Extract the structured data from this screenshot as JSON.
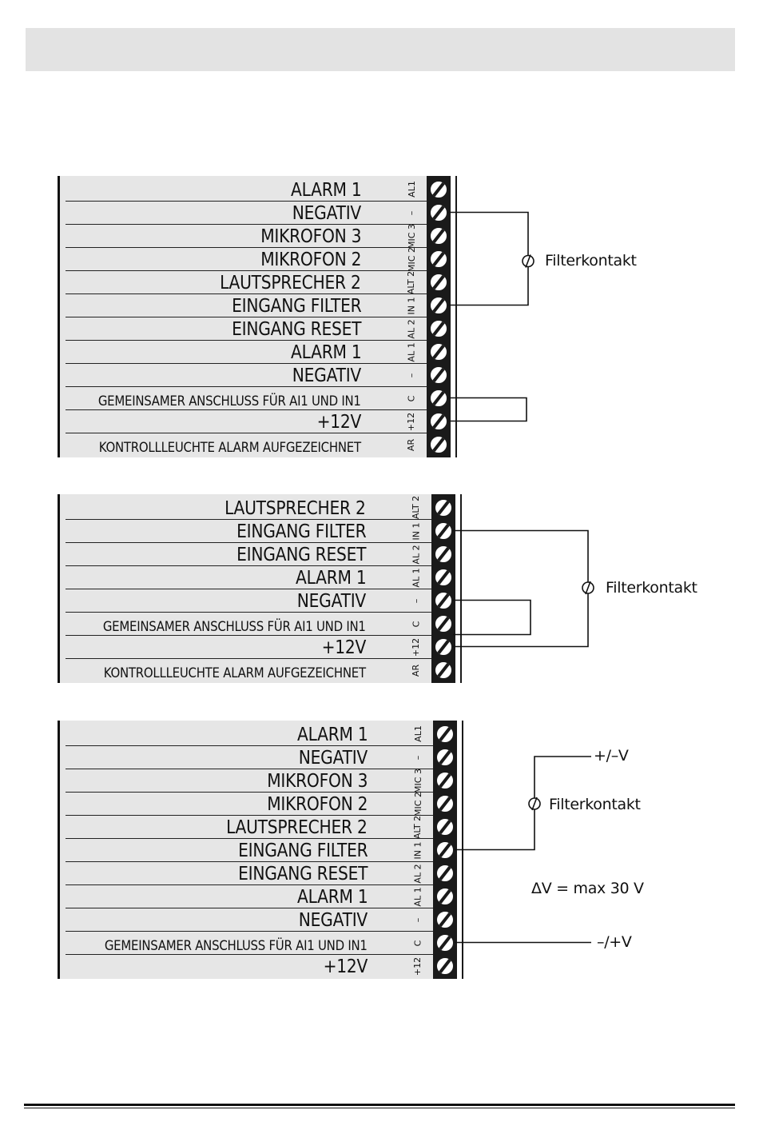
{
  "diagram1": {
    "rows": [
      {
        "label": "ALARM 1",
        "code": "AL1",
        "size": "big"
      },
      {
        "label": "NEGATIV",
        "code": "–",
        "size": "big"
      },
      {
        "label": "MIKROFON 3",
        "code": "MIC 3",
        "size": "big"
      },
      {
        "label": "MIKROFON 2",
        "code": "MIC 2",
        "size": "big"
      },
      {
        "label": "LAUTSPRECHER 2",
        "code": "ALT 2",
        "size": "big"
      },
      {
        "label": "EINGANG FILTER",
        "code": "IN 1",
        "size": "big"
      },
      {
        "label": "EINGANG RESET",
        "code": "AL 2",
        "size": "big"
      },
      {
        "label": "ALARM 1",
        "code": "AL 1",
        "size": "big"
      },
      {
        "label": "NEGATIV",
        "code": "–",
        "size": "big"
      },
      {
        "label": "GEMEINSAMER ANSCHLUSS FÜR AI1 UND IN1",
        "code": "C",
        "size": "small"
      },
      {
        "label": "+12V",
        "code": "+12",
        "size": "big"
      },
      {
        "label": "KONTROLLLEUCHTE ALARM AUFGEZEICHNET",
        "code": "AR",
        "size": "small"
      }
    ],
    "filter_label": "Filterkontakt"
  },
  "diagram2": {
    "rows": [
      {
        "label": "LAUTSPRECHER 2",
        "code": "ALT 2",
        "size": "big"
      },
      {
        "label": "EINGANG FILTER",
        "code": "IN 1",
        "size": "big"
      },
      {
        "label": "EINGANG RESET",
        "code": "AL 2",
        "size": "big"
      },
      {
        "label": "ALARM 1",
        "code": "AL 1",
        "size": "big"
      },
      {
        "label": "NEGATIV",
        "code": "–",
        "size": "big"
      },
      {
        "label": "GEMEINSAMER ANSCHLUSS FÜR AI1 UND IN1",
        "code": "C",
        "size": "small"
      },
      {
        "label": "+12V",
        "code": "+12",
        "size": "big"
      },
      {
        "label": "KONTROLLLEUCHTE ALARM AUFGEZEICHNET",
        "code": "AR",
        "size": "small"
      }
    ],
    "filter_label": "Filterkontakt"
  },
  "diagram3": {
    "rows": [
      {
        "label": "ALARM 1",
        "code": "AL1",
        "size": "big"
      },
      {
        "label": "NEGATIV",
        "code": "–",
        "size": "big"
      },
      {
        "label": "MIKROFON 3",
        "code": "MIC 3",
        "size": "big"
      },
      {
        "label": "MIKROFON 2",
        "code": "MIC 2",
        "size": "big"
      },
      {
        "label": "LAUTSPRECHER 2",
        "code": "ALT 2",
        "size": "big"
      },
      {
        "label": "EINGANG FILTER",
        "code": "IN 1",
        "size": "big"
      },
      {
        "label": "EINGANG RESET",
        "code": "AL 2",
        "size": "big"
      },
      {
        "label": "ALARM 1",
        "code": "AL 1",
        "size": "big"
      },
      {
        "label": "NEGATIV",
        "code": "–",
        "size": "big"
      },
      {
        "label": "GEMEINSAMER ANSCHLUSS FÜR AI1 UND IN1",
        "code": "C",
        "size": "small"
      },
      {
        "label": "+12V",
        "code": "+12",
        "size": "big"
      }
    ],
    "filter_label": "Filterkontakt",
    "plus_minus_label": "+/–V",
    "minus_plus_label": "–/+V",
    "delta_v_label": "ΔV = max 30 V"
  }
}
